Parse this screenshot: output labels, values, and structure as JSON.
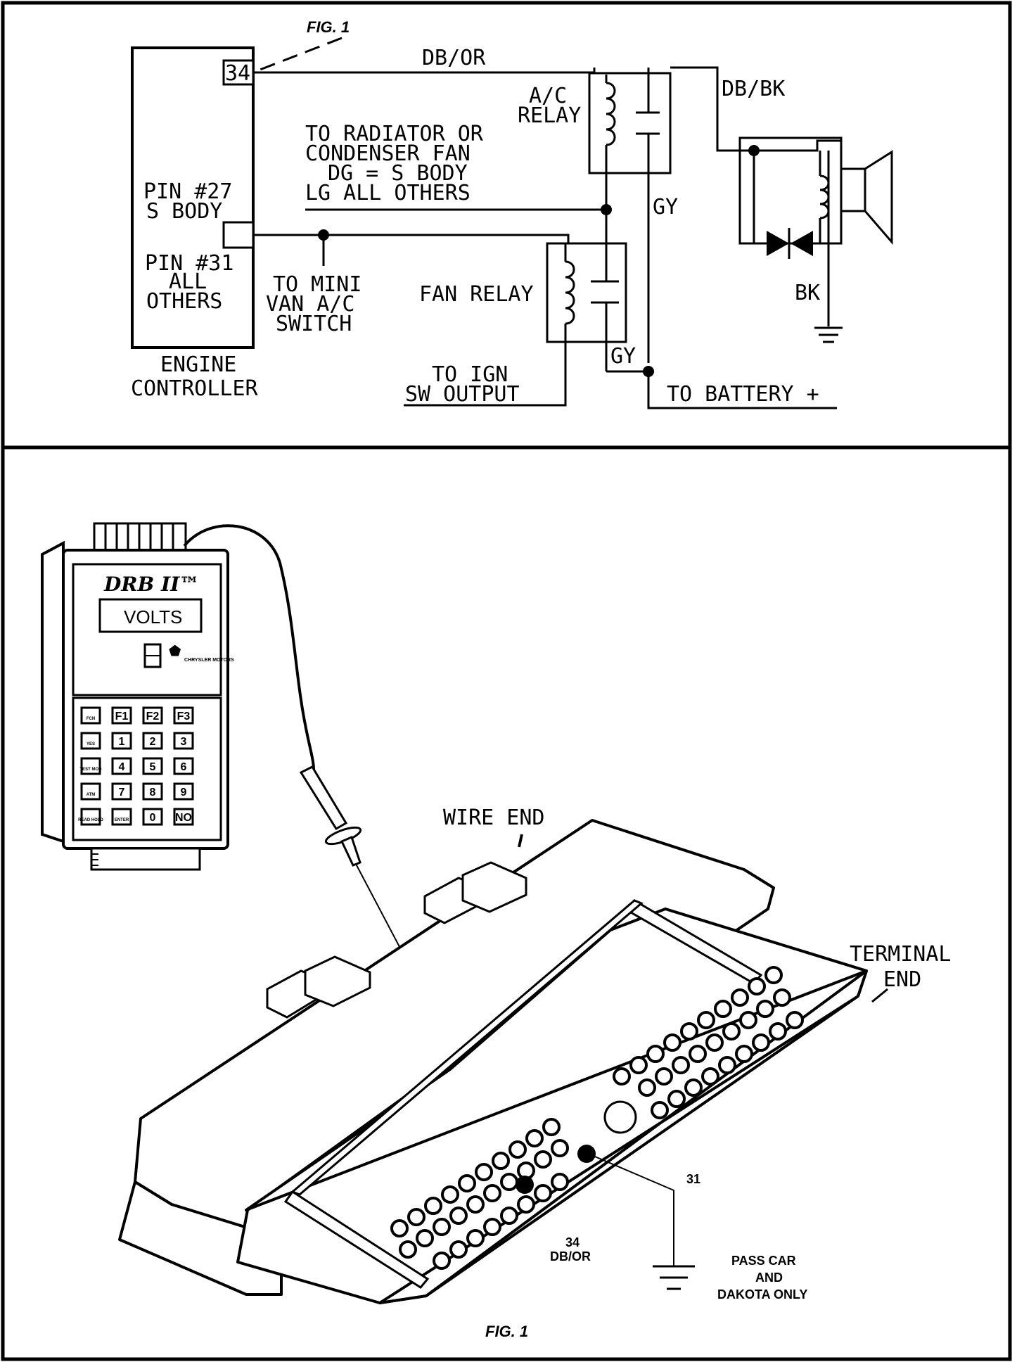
{
  "schematic": {
    "fig_label": "FIG. 1",
    "pin_34": "34",
    "wire_db_or": "DB/OR",
    "wire_db_bk": "DB/BK",
    "wire_gy_1": "GY",
    "wire_gy_2": "GY",
    "wire_bk": "BK",
    "ac_relay": [
      "A/C",
      "RELAY"
    ],
    "fan_relay": "FAN RELAY",
    "radiator_note": [
      "TO RADIATOR OR",
      "CONDENSER FAN",
      "DG = S BODY",
      "LG ALL OTHERS"
    ],
    "pin_27_note": [
      "PIN #27",
      "S BODY"
    ],
    "pin_31_note": [
      "PIN #31",
      "ALL",
      "OTHERS"
    ],
    "mini_van_note": [
      "TO MINI",
      "VAN A/C",
      "SWITCH"
    ],
    "engine_controller": [
      "ENGINE",
      "CONTROLLER"
    ],
    "ign_note": [
      "TO IGN",
      "SW OUTPUT"
    ],
    "battery_note": "TO BATTERY +"
  },
  "connector": {
    "tester_brand": "DRB II™",
    "tester_display": "VOLTS",
    "tester_logo": "CHRYSLER MOTORS",
    "keypad": [
      [
        "FCN",
        "F1",
        "F2",
        "F3"
      ],
      [
        "YES",
        "1",
        "2",
        "3"
      ],
      [
        "TEST MOD",
        "4",
        "5",
        "6"
      ],
      [
        "ATM",
        "7",
        "8",
        "9"
      ],
      [
        "READ HOLD",
        "ENTER",
        "0",
        "NO"
      ]
    ],
    "wire_end": "WIRE END",
    "terminal_end": [
      "TERMINAL",
      "END"
    ],
    "pin_31_callout": "31",
    "pin_34_callout": [
      "34",
      "DB/OR"
    ],
    "ground_note": [
      "PASS CAR",
      "AND",
      "DAKOTA ONLY"
    ],
    "fig_label": "FIG. 1"
  }
}
